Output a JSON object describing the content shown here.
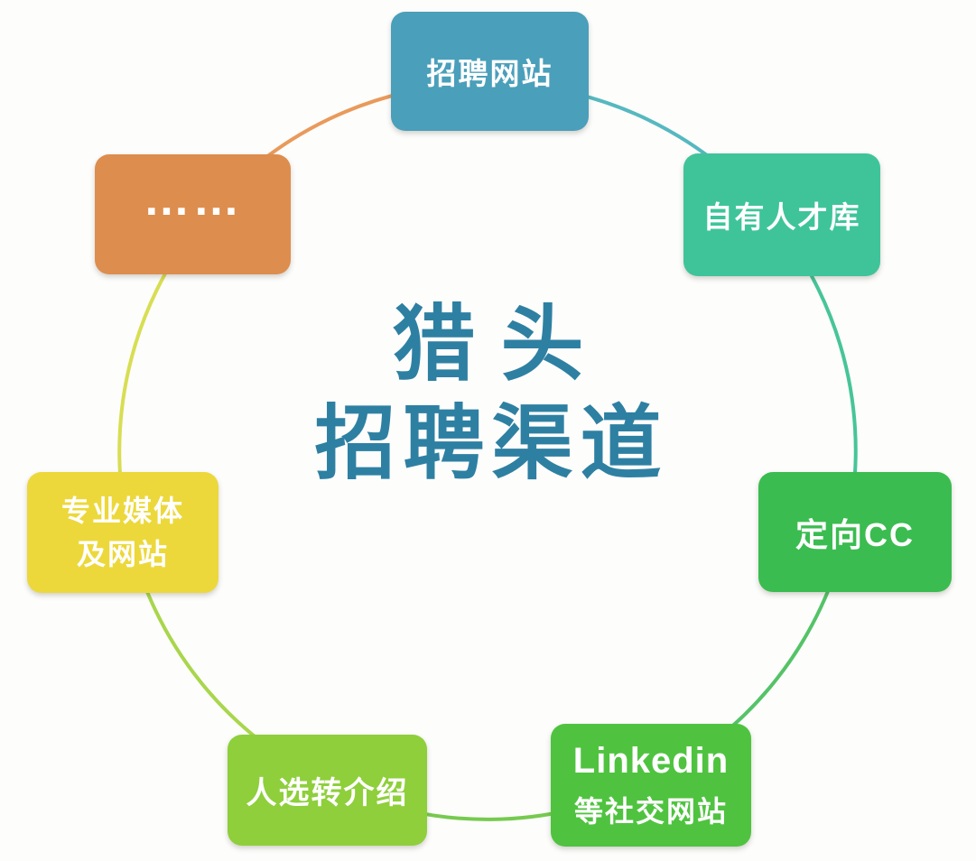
{
  "page": {
    "background": "#fdfdfc"
  },
  "title": {
    "line1": "猎头",
    "line2": "招聘渠道",
    "color": "#2e80a2"
  },
  "nodes": [
    {
      "id": "recruitment-websites",
      "label": "招聘网站",
      "color": "#4a9fba"
    },
    {
      "id": "own-talent-pool",
      "label": "自有人才库",
      "color": "#3fc49a"
    },
    {
      "id": "targeted-cc",
      "label": "定向CC",
      "color": "#3bbc50"
    },
    {
      "id": "linkedin-social",
      "label_line1": "Linkedin",
      "label_line2": "等社交网站",
      "color": "#4fc33f"
    },
    {
      "id": "candidate-referral",
      "label": "人选转介绍",
      "color": "#8ecf3b"
    },
    {
      "id": "professional-media",
      "label_line1": "专业媒体",
      "label_line2": "及网站",
      "color": "#ecd83b"
    },
    {
      "id": "more",
      "label": "……",
      "color": "#dd8d4d"
    }
  ],
  "ring": {
    "segments": [
      {
        "between": "more__recruitment-websites",
        "color": "#e99a5b"
      },
      {
        "between": "recruitment-websites__own-talent-pool",
        "color": "#56b8c0"
      },
      {
        "between": "own-talent-pool__targeted-cc",
        "color": "#47c598"
      },
      {
        "between": "targeted-cc__linkedin-social",
        "color": "#55c367"
      },
      {
        "between": "linkedin-social__candidate-referral",
        "color": "#76ca4f"
      },
      {
        "between": "candidate-referral__professional-media",
        "color": "#a9d64c"
      },
      {
        "between": "professional-media__more",
        "color": "#d8de52"
      }
    ]
  }
}
